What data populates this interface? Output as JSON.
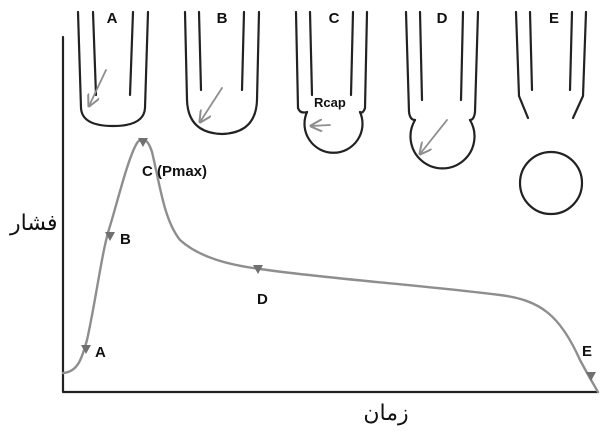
{
  "tubes": [
    {
      "label": "A"
    },
    {
      "label": "B"
    },
    {
      "label": "C",
      "annotation": "Rcap"
    },
    {
      "label": "D"
    },
    {
      "label": "E"
    }
  ],
  "axes": {
    "ylabel": "فشار",
    "xlabel": "زمان"
  },
  "points": [
    {
      "label": "A"
    },
    {
      "label": "B"
    },
    {
      "label": "C (Pmax)"
    },
    {
      "label": "D"
    },
    {
      "label": "E"
    }
  ],
  "colors": {
    "ink": "#222222",
    "curve": "#8e8e8e"
  }
}
